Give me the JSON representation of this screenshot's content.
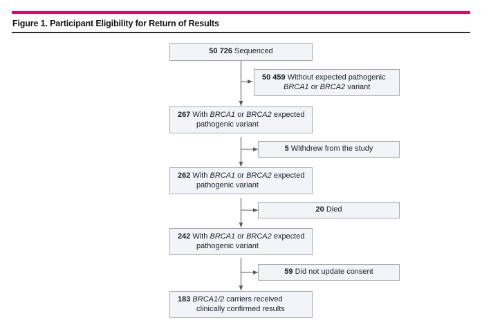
{
  "figure": {
    "title": "Figure 1. Participant Eligibility for Return of Results",
    "accent_color": "#e3006b",
    "rule_color": "#2b2b2b"
  },
  "chart_data": {
    "type": "diagram",
    "title": "Figure 1. Participant Eligibility for Return of Results",
    "diagram_kind": "flowchart",
    "orientation": "top-to-bottom-with-right-exclusions",
    "nodes": [
      {
        "id": "n1",
        "count": "50 726",
        "label": "Sequenced",
        "column": "main"
      },
      {
        "id": "x1",
        "count": "50 459",
        "label": "Without expected pathogenic BRCA1 or BRCA2 variant",
        "column": "exclusion"
      },
      {
        "id": "n2",
        "count": "267",
        "label": "With BRCA1 or BRCA2 expected pathogenic variant",
        "column": "main"
      },
      {
        "id": "x2",
        "count": "5",
        "label": "Withdrew from the study",
        "column": "exclusion"
      },
      {
        "id": "n3",
        "count": "262",
        "label": "With BRCA1 or BRCA2 expected pathogenic variant",
        "column": "main"
      },
      {
        "id": "x3",
        "count": "20",
        "label": "Died",
        "column": "exclusion"
      },
      {
        "id": "n4",
        "count": "242",
        "label": "With BRCA1 or BRCA2 expected pathogenic variant",
        "column": "main"
      },
      {
        "id": "x4",
        "count": "59",
        "label": "Did not update consent",
        "column": "exclusion"
      },
      {
        "id": "n5",
        "count": "183",
        "label": "BRCA1/2 carriers received clinically confirmed results",
        "column": "main"
      }
    ],
    "edges": [
      {
        "from": "n1",
        "to": "x1",
        "type": "exclusion"
      },
      {
        "from": "n1",
        "to": "n2",
        "type": "flow"
      },
      {
        "from": "n2",
        "to": "x2",
        "type": "exclusion"
      },
      {
        "from": "n2",
        "to": "n3",
        "type": "flow"
      },
      {
        "from": "n3",
        "to": "x3",
        "type": "exclusion"
      },
      {
        "from": "n3",
        "to": "n4",
        "type": "flow"
      },
      {
        "from": "n4",
        "to": "x4",
        "type": "exclusion"
      },
      {
        "from": "n4",
        "to": "n5",
        "type": "flow"
      }
    ]
  },
  "boxes": {
    "sequenced": {
      "count": "50 726",
      "text": "Sequenced"
    },
    "without_variant": {
      "count": "50 459",
      "line1_a": "Without expected pathogenic",
      "line2_gene1": "BRCA1",
      "line2_mid": " or ",
      "line2_gene2": "BRCA2",
      "line2_tail": " variant"
    },
    "with_variant_267": {
      "count": "267",
      "pre": "With ",
      "gene1": "BRCA1",
      "mid": " or ",
      "gene2": "BRCA2",
      "tail": " expected",
      "line2": "pathogenic variant"
    },
    "withdrew": {
      "count": "5",
      "text": "Withdrew from the study"
    },
    "with_variant_262": {
      "count": "262",
      "pre": "With ",
      "gene1": "BRCA1",
      "mid": " or ",
      "gene2": "BRCA2",
      "tail": " expected",
      "line2": "pathogenic variant"
    },
    "died": {
      "count": "20",
      "text": "Died"
    },
    "with_variant_242": {
      "count": "242",
      "pre": "With ",
      "gene1": "BRCA1",
      "mid": " or ",
      "gene2": "BRCA2",
      "tail": " expected",
      "line2": "pathogenic variant"
    },
    "no_consent": {
      "count": "59",
      "text": "Did not update consent"
    },
    "received_results": {
      "count": "183",
      "gene": "BRCA1/2",
      "tail": " carriers received",
      "line2": "clinically confirmed results"
    }
  }
}
